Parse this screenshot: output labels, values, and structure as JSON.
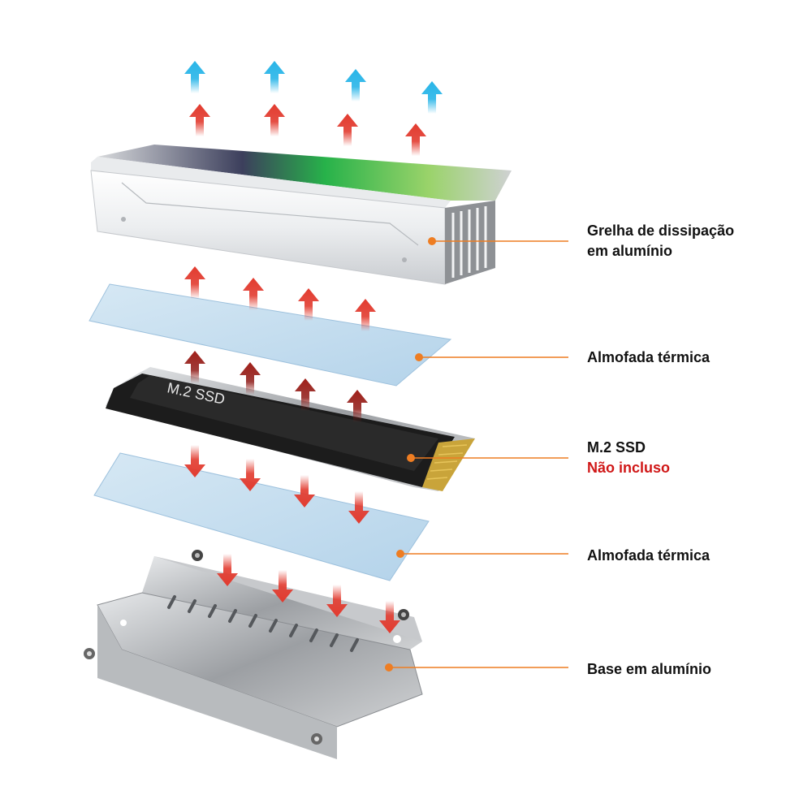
{
  "colors": {
    "leader": "#ee7d22",
    "warn_text": "#d01818",
    "heat_arrow": "#e23b2f",
    "cool_arrow": "#28b5e8",
    "pad": "#c2dcee",
    "ssd_board": "#1c1c1c"
  },
  "ssd_marking": "M.2 SSD",
  "labels": {
    "heatsink": [
      "Grelha de dissipação",
      "em alumínio"
    ],
    "pad_top": "Almofada térmica",
    "ssd_title": "M.2 SSD",
    "ssd_note": "Não incluso",
    "pad_bottom": "Almofada térmica",
    "base": "Base em alumínio"
  }
}
